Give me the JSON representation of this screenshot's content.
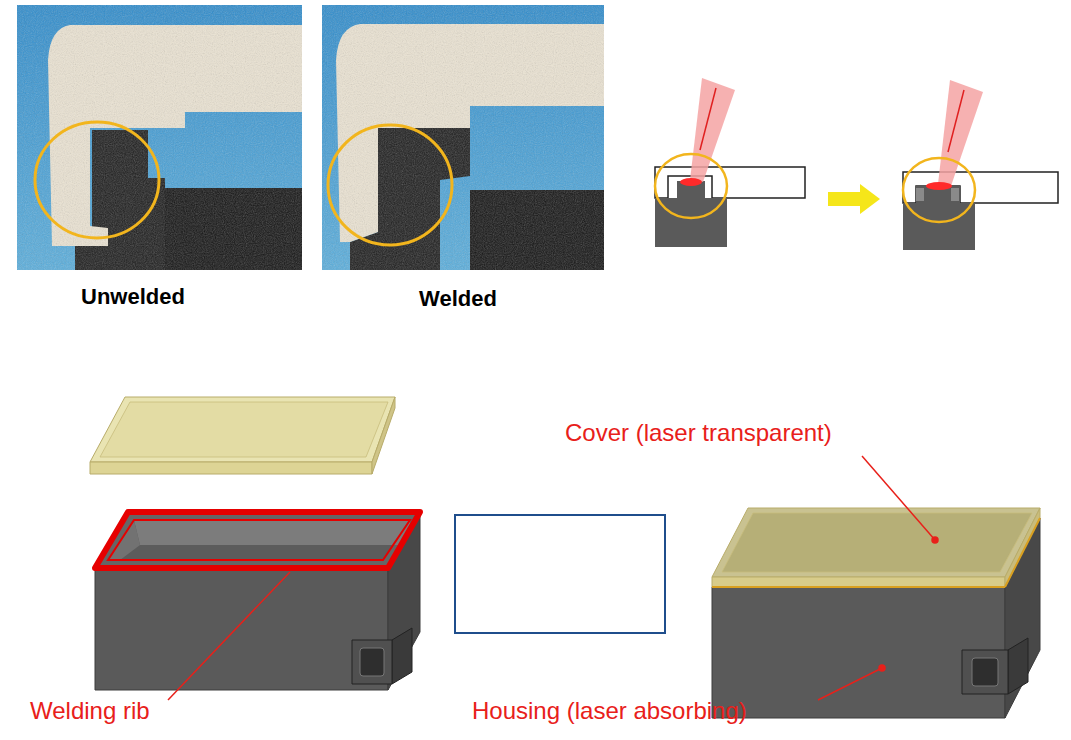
{
  "diagram": {
    "labels": [
      "Unwelded",
      "Welded",
      "Cover (laser transparent)",
      "Welding rib",
      "Housing (laser absorbing)"
    ]
  }
}
